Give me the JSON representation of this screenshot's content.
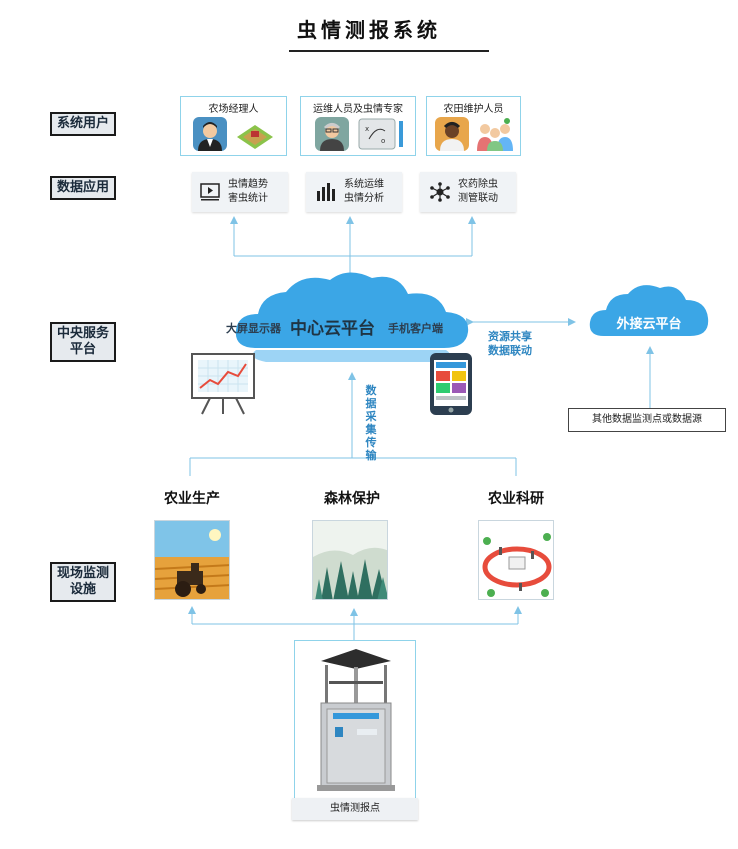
{
  "title": "虫情测报系统",
  "side_labels": {
    "system_users": "系统用户",
    "data_apps": "数据应用",
    "central_service_l1": "中央服务",
    "central_service_l2": "平台",
    "field_l1": "现场监测",
    "field_l2": "设施"
  },
  "users": [
    {
      "label": "农场经理人"
    },
    {
      "label": "运维人员及虫情专家"
    },
    {
      "label": "农田维护人员"
    }
  ],
  "apps": [
    {
      "line1": "虫情趋势",
      "line2": "害虫统计",
      "icon": "video-icon"
    },
    {
      "line1": "系统运维",
      "line2": "虫情分析",
      "icon": "bar-chart-icon"
    },
    {
      "line1": "农药除虫",
      "line2": "测管联动",
      "icon": "network-icon"
    }
  ],
  "central": {
    "left": "大屏显示器",
    "center": "中心云平台",
    "right": "手机客户端",
    "share_l1": "资源共享",
    "share_l2": "数据联动",
    "external_cloud": "外接云平台",
    "external_source": "其他数据监测点或数据源",
    "transfer_vertical": "数据采集传输"
  },
  "scenes": [
    {
      "title": "农业生产"
    },
    {
      "title": "森林保护"
    },
    {
      "title": "农业科研"
    }
  ],
  "device_label": "虫情测报点",
  "colors": {
    "line": "#7fc3e6",
    "cloud": "#3ba6e6",
    "accent_text": "#2e86c1"
  }
}
